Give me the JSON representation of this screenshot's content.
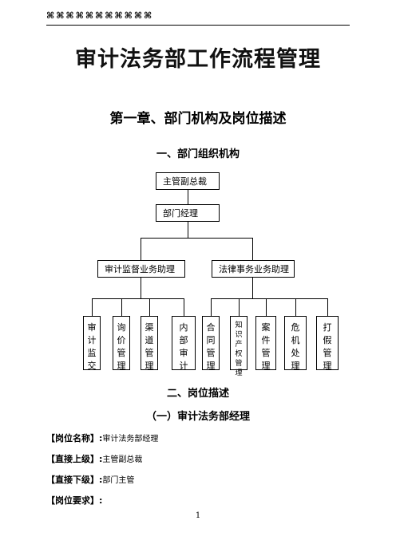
{
  "header": {
    "text": "⌘⌘⌘⌘⌘⌘⌘⌘⌘⌘⌘"
  },
  "title": "审计法务部工作流程管理",
  "chapter": "第一章、部门机构及岗位描述",
  "section_org": "一、部门组织机构",
  "org": {
    "top": "主管副总裁",
    "manager": "部门经理",
    "assistants": [
      "审计监督业务助理",
      "法律事务业务助理"
    ],
    "leaves_left": [
      "审\n计\n监\n交",
      "询\n价\n管\n理",
      "渠\n道\n管\n理",
      "内\n部\n审\n计"
    ],
    "leaves_right": [
      "合\n同\n管\n理",
      "知\n识\n产\n权\n管\n理",
      "案\n件\n管\n理",
      "危\n机\n处\n理",
      "打\n假\n管\n理"
    ]
  },
  "section_posts": "二、岗位描述",
  "subsection": "（一）审计法务部经理",
  "fields": [
    {
      "key": "【岗位名称】:",
      "value": "审计法务部经理"
    },
    {
      "key": "【直接上级】:",
      "value": "主管副总裁"
    },
    {
      "key": "【直接下级】:",
      "value": "部门主管"
    },
    {
      "key": "【岗位要求】:",
      "value": ""
    }
  ],
  "page_number": "1"
}
